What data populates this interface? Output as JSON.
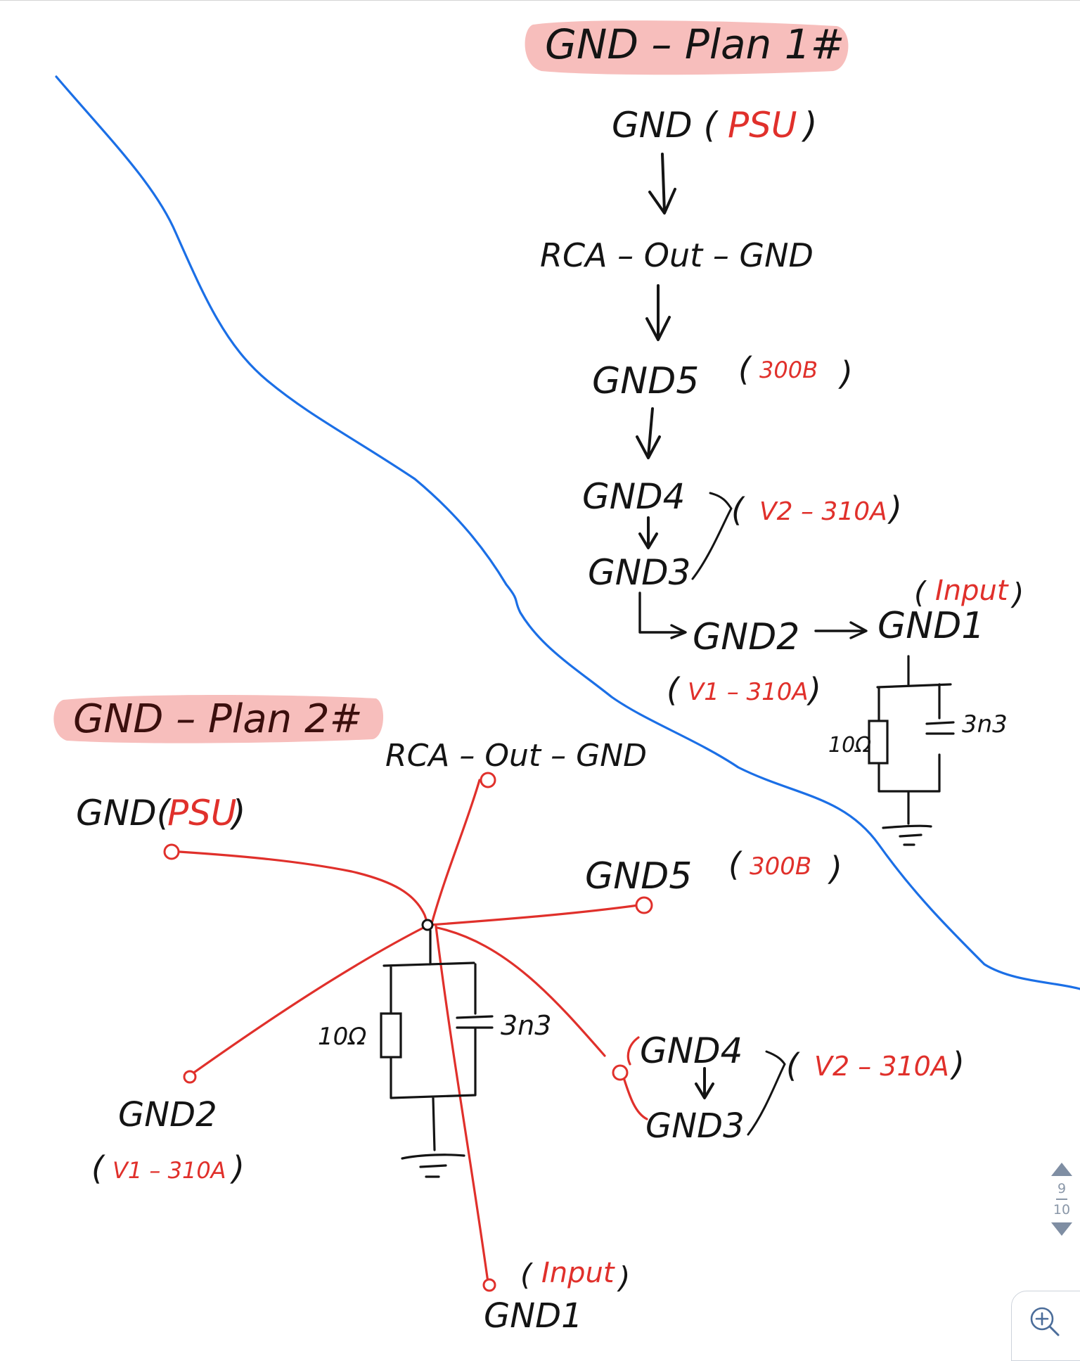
{
  "plan1": {
    "title": "GND – Plan 1#",
    "psu_gnd": "GND (",
    "psu_tag": "PSU",
    "psu_close": ")",
    "rca": "RCA – Out – GND",
    "gnd5": "GND5",
    "gnd5_open": "(",
    "gnd5_tag": "300B",
    "gnd5_close": ")",
    "gnd4": "GND4",
    "gnd3": "GND3",
    "v2_open": "(",
    "v2_tag": "V2 – 310A",
    "v2_close": ")",
    "gnd2": "GND2",
    "gnd1": "GND1",
    "input_open": "(",
    "input_tag": "Input",
    "input_close": ")",
    "v1_open": "(",
    "v1_tag": "V1 – 310A",
    "v1_close": ")",
    "resistor": "10Ω",
    "capacitor": "3n3"
  },
  "plan2": {
    "title": "GND – Plan 2#",
    "rca": "RCA – Out – GND",
    "psu_gnd": "GND(",
    "psu_tag": "PSU",
    "psu_close": ")",
    "gnd5": "GND5",
    "gnd5_open": "(",
    "gnd5_tag": "300B",
    "gnd5_close": ")",
    "gnd4": "GND4",
    "gnd3": "GND3",
    "v2_open": "(",
    "v2_tag": "V2 – 310A",
    "v2_close": ")",
    "gnd2": "GND2",
    "v1_open": "(",
    "v1_tag": "V1 – 310A",
    "v1_close": ")",
    "gnd1": "GND1",
    "input_open": "(",
    "input_tag": "Input",
    "input_close": ")",
    "resistor": "10Ω",
    "capacitor": "3n3"
  },
  "pager": {
    "current": "9",
    "total": "10"
  },
  "icons": {
    "zoom": "zoom-in-icon",
    "prev": "page-up-icon",
    "next": "page-down-icon"
  },
  "colors": {
    "ink": "#141414",
    "red": "#e0302b",
    "blue": "#1b6fe6",
    "highlight": "#f6b3b0"
  }
}
